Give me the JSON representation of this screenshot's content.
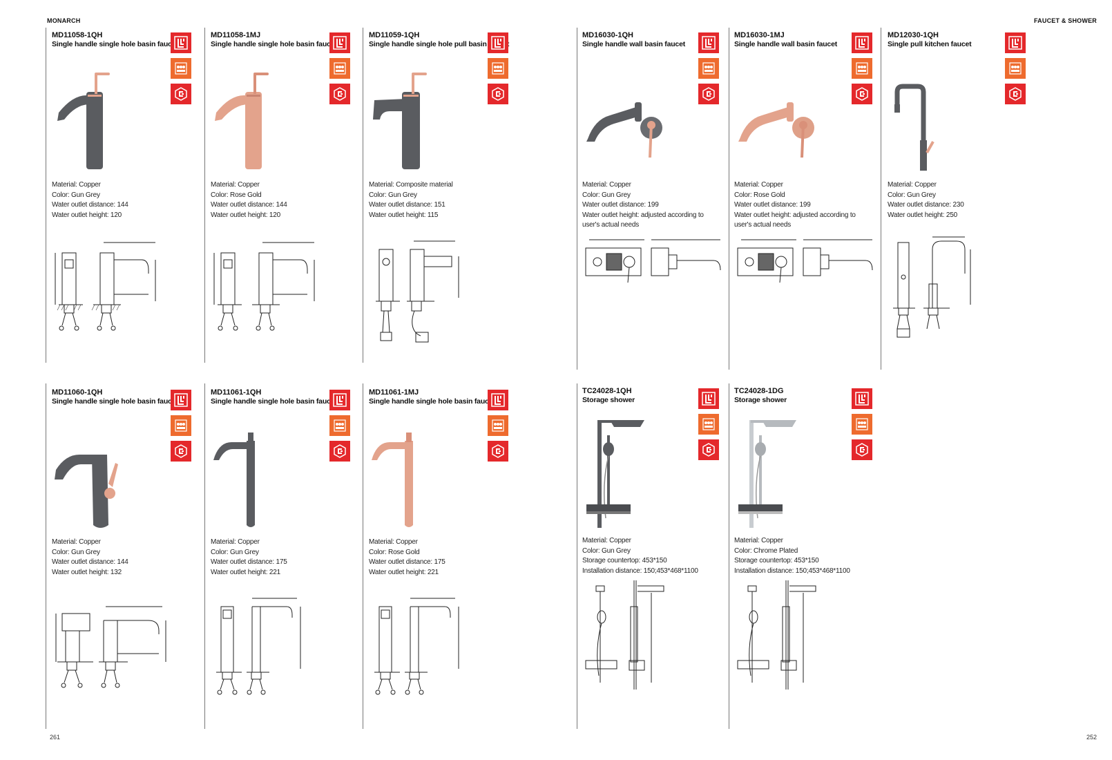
{
  "left_page": {
    "section": "MONARCH",
    "page_number": "261",
    "products": [
      {
        "code": "MD11058-1QH",
        "title": "Single handle single hole basin faucet",
        "specs": [
          "Material: Copper",
          "Color: Gun Grey",
          "Water outlet distance: 144",
          "Water outlet height: 120"
        ]
      },
      {
        "code": "MD11058-1MJ",
        "title": "Single handle single hole basin faucet",
        "specs": [
          "Material: Copper",
          "Color: Rose Gold",
          "Water outlet distance: 144",
          "Water outlet height: 120"
        ]
      },
      {
        "code": "MD11059-1QH",
        "title": "Single handle single hole pull basin faucet",
        "specs": [
          "Material: Composite material",
          "Color: Gun Grey",
          "Water outlet distance: 151",
          "Water outlet height: 115"
        ]
      },
      {
        "code": "MD11060-1QH",
        "title": "Single handle single hole basin faucet",
        "specs": [
          "Material: Copper",
          "Color: Gun Grey",
          "Water outlet distance: 144",
          "Water outlet height: 132"
        ]
      },
      {
        "code": "MD11061-1QH",
        "title": "Single handle single hole basin faucet",
        "specs": [
          "Material: Copper",
          "Color: Gun Grey",
          "Water outlet distance: 175",
          "Water outlet height: 221"
        ]
      },
      {
        "code": "MD11061-1MJ",
        "title": "Single handle single hole basin faucet",
        "specs": [
          "Material: Copper",
          "Color: Rose Gold",
          "Water outlet distance: 175",
          "Water outlet height: 221"
        ]
      }
    ]
  },
  "right_page": {
    "section": "FAUCET & SHOWER",
    "page_number": "252",
    "products": [
      {
        "code": "MD16030-1QH",
        "title": "Single handle wall basin faucet",
        "specs": [
          "Material: Copper",
          "Color: Gun Grey",
          "Water outlet distance: 199",
          "Water outlet height: adjusted according to",
          "user's actual needs"
        ]
      },
      {
        "code": "MD16030-1MJ",
        "title": "Single handle wall basin faucet",
        "specs": [
          "Material: Copper",
          "Color: Rose Gold",
          "Water outlet distance: 199",
          "Water outlet height: adjusted according to",
          "user's actual needs"
        ]
      },
      {
        "code": "MD12030-1QH",
        "title": "Single pull kitchen faucet",
        "specs": [
          "Material: Copper",
          "Color: Gun Grey",
          "Water outlet distance: 230",
          "Water outlet height: 250"
        ]
      },
      {
        "code": "TC24028-1QH",
        "title": "Storage shower",
        "specs": [
          "Material: Copper",
          "Color: Gun Grey",
          "Storage countertop: 453*150",
          "Installation distance: 150;453*468*1100"
        ]
      },
      {
        "code": "TC24028-1DG",
        "title": "Storage shower",
        "specs": [
          "Material: Copper",
          "Color: Chrome Plated",
          "Storage countertop: 453*150",
          "Installation distance: 150;453*468*1100"
        ]
      }
    ]
  },
  "colors": {
    "gun_grey": "#5a5c60",
    "rose_gold": "#e3a38c",
    "chrome": "#c8ccd0",
    "badge_red": "#e4282b",
    "badge_orange": "#ee6b2e"
  },
  "icons": [
    "certification-mark-icon",
    "design-award-icon",
    "c-mark-icon"
  ]
}
